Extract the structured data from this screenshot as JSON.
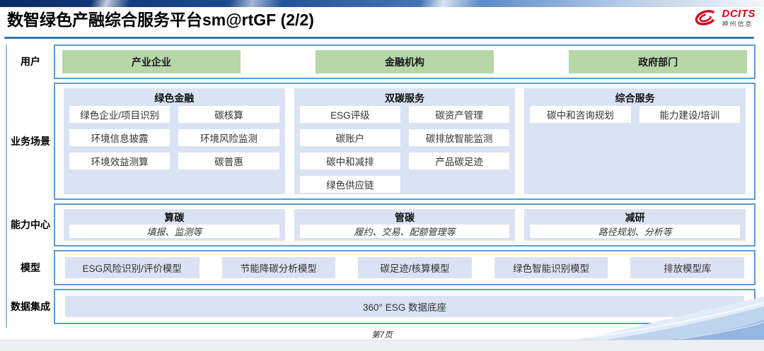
{
  "header": {
    "title": "数智绿色产融综合服务平台sm@rtGF (2/2)",
    "logo": {
      "brand": "DCITS",
      "company": "神州信息"
    }
  },
  "rows": {
    "users": {
      "label": "用户",
      "items": [
        "产业企业",
        "金融机构",
        "政府部门"
      ]
    },
    "scenarios": {
      "label": "业务场景",
      "columns": [
        {
          "title": "绿色金融",
          "items": [
            "绿色企业/项目识别",
            "碳核算",
            "环境信息披露",
            "环境风险监测",
            "环境效益测算",
            "碳普惠"
          ]
        },
        {
          "title": "双碳服务",
          "items": [
            "ESG评级",
            "碳资产管理",
            "碳账户",
            "碳排放智能监测",
            "碳中和减排",
            "产品碳足迹",
            "绿色供应链"
          ]
        },
        {
          "title": "综合服务",
          "items": [
            "碳中和咨询规划",
            "能力建设/培训"
          ]
        }
      ]
    },
    "capabilities": {
      "label": "能力中心",
      "columns": [
        {
          "title": "算碳",
          "desc": "填报、监测等"
        },
        {
          "title": "管碳",
          "desc": "履约、交易、配额管理等"
        },
        {
          "title": "减研",
          "desc": "路径规划、分析等"
        }
      ]
    },
    "models": {
      "label": "模型",
      "items": [
        "ESG风险识别/评价模型",
        "节能降碳分析模型",
        "碳足迹/核算模型",
        "绿色智能识别模型",
        "排放模型库"
      ]
    },
    "data_integration": {
      "label": "数据集成",
      "items": [
        "360° ESG 数据底座"
      ]
    }
  },
  "footer": {
    "page": "第7页"
  },
  "colors": {
    "accent_border_blue": "#5b9bd5",
    "fill_light_blue": "#dae3f3",
    "fill_green": "#b7d7a9",
    "divider_blue": "#2e75b6",
    "brand_red": "#d40022"
  }
}
